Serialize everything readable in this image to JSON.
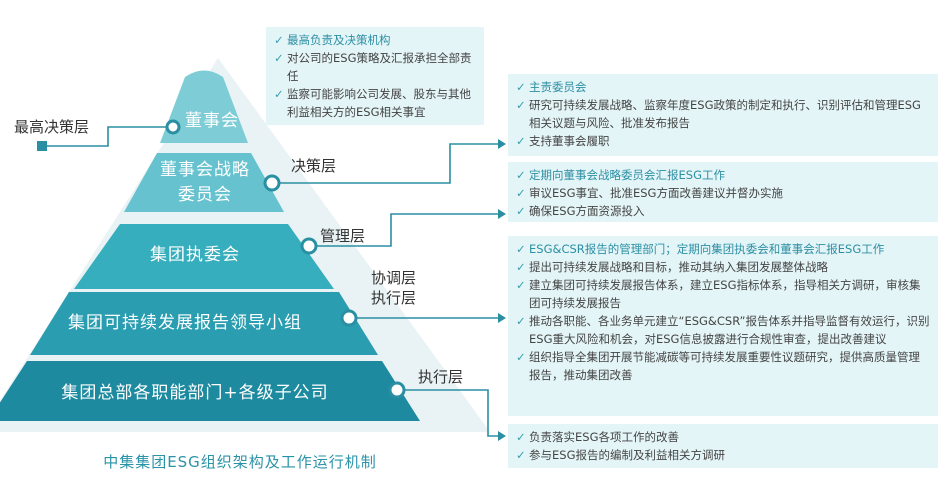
{
  "colors": {
    "tier1": "#7ecdd6",
    "tier2": "#66c2cf",
    "tier3": "#36aebd",
    "tier4": "#2a9db0",
    "tier5": "#1e8a9f",
    "connector": "#2a8fa2",
    "box_bg": "#e4f5f8",
    "heading_text": "#2c8fa3",
    "caption": "#2a93a8"
  },
  "pyramid": {
    "tiers": [
      {
        "lines": [
          "董事会"
        ]
      },
      {
        "lines": [
          "董事会战略",
          "委员会"
        ]
      },
      {
        "lines": [
          "集团执委会"
        ]
      },
      {
        "lines": [
          "集团可持续发展报告领导小组"
        ]
      },
      {
        "lines": [
          "集团总部各职能部门+各级子公司"
        ]
      }
    ]
  },
  "levels": {
    "top": "最高决策层",
    "decision": "决策层",
    "management": "管理层",
    "coordination": [
      "协调层",
      "执行层"
    ],
    "execution": "执行层"
  },
  "boxes": [
    {
      "heading": "最高负责及决策机构",
      "items": [
        "对公司的ESG策略及汇报承担全部责任",
        "监察可能影响公司发展、股东与其他利益相关方的ESG相关事宜"
      ]
    },
    {
      "heading": "主责委员会",
      "items": [
        "研究可持续发展战略、监察年度ESG政策的制定和执行、识别评估和管理ESG相关议题与风险、批准发布报告",
        "支持董事会履职"
      ]
    },
    {
      "heading": "定期向董事会战略委员会汇报ESG工作",
      "items": [
        "审议ESG事宜、批准ESG方面改善建议并督办实施",
        "确保ESG方面资源投入"
      ]
    },
    {
      "heading": "ESG&CSR报告的管理部门；定期向集团执委会和董事会汇报ESG工作",
      "items": [
        "提出可持续发展战略和目标，推动其纳入集团发展整体战略",
        "建立集团可持续发展报告体系，建立ESG指标体系，指导相关方调研，审核集团可持续发展报告",
        "推动各职能、各业务单元建立“ESG&CSR”报告体系并指导监督有效运行，识别ESG重大风险和机会，对ESG信息披露进行合规性审查，提出改善建议",
        "组织指导全集团开展节能减碳等可持续发展重要性议题研究，提供高质量管理报告，推动集团改善"
      ]
    },
    {
      "heading": "",
      "items": [
        "负责落实ESG各项工作的改善",
        "参与ESG报告的编制及利益相关方调研"
      ]
    }
  ],
  "caption": "中集集团ESG组织架构及工作运行机制"
}
